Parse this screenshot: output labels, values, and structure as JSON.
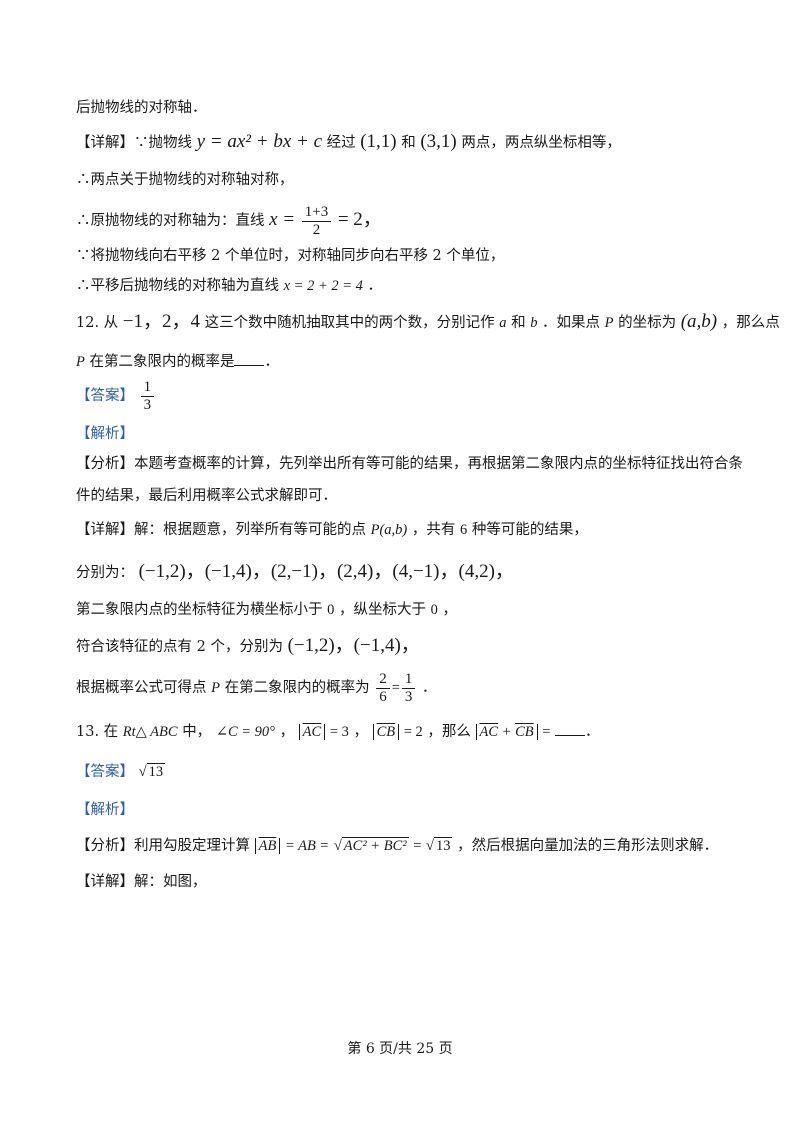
{
  "lines": {
    "l1": "后抛物线的对称轴．",
    "l2_tag": "【详解】",
    "l2_a": "∵抛物线",
    "l2_eq": "y = ax² + bx + c",
    "l2_b": "经过",
    "l2_p1": "(1,1)",
    "l2_c": "和",
    "l2_p2": "(3,1)",
    "l2_d": "两点，两点纵坐标相等，",
    "l3": "∴两点关于抛物线的对称轴对称，",
    "l4_a": "∴原抛物线的对称轴为：直线",
    "l4_x": "x =",
    "l4_num": "1+3",
    "l4_den": "2",
    "l4_b": "= 2，",
    "l5": "∵将抛物线向右平移 2 个单位时，对称轴同步向右平移 2 个单位，",
    "l6_a": "∴平移后抛物线的对称轴为直线",
    "l6_eq": "x = 2 + 2 = 4",
    "l6_b": "．",
    "q12_a": "12. 从",
    "q12_nums": "−1，2，4",
    "q12_b": "这三个数中随机抽取其中的两个数，分别记作",
    "q12_va": "a",
    "q12_c": "和",
    "q12_vb": "b",
    "q12_d": "．如果点",
    "q12_P": "P",
    "q12_e": "的坐标为",
    "q12_ab": "(a,b)",
    "q12_f": "，那么点",
    "q12_2a": "P",
    "q12_2b": "在第二象限内的概率是",
    "q12_2c": "．",
    "ans_tag": "【答案】",
    "ans12_num": "1",
    "ans12_den": "3",
    "jx_tag": "【解析】",
    "fx_tag": "【分析】",
    "fx12_1": "本题考查概率的计算，先列举出所有等可能的结果，再根据第二象限内点的坐标特征找出符合条",
    "fx12_2": "件的结果，最后利用概率公式求解即可．",
    "xj_tag": "【详解】",
    "xj12_a": "解：根据题意，列举所有等可能的点",
    "xj12_p": "P(a,b)",
    "xj12_b": "，共有",
    "xj12_n": "6",
    "xj12_c": "种等可能的结果，",
    "xj12_list_a": "分别为：",
    "xj12_list": "(−1,2)，(−1,4)，(2,−1)，(2,4)，(4,−1)，(4,2)，",
    "xj12_q2_a": "第二象限内点的坐标特征为横坐标小于",
    "xj12_q2_z1": "0",
    "xj12_q2_b": "，纵坐标大于",
    "xj12_q2_z2": "0",
    "xj12_q2_c": "，",
    "xj12_fit_a": "符合该特征的点有 2 个，分别为",
    "xj12_fit": "(−1,2)，(−1,4)，",
    "xj12_prob_a": "根据概率公式可得点",
    "xj12_prob_P": "P",
    "xj12_prob_b": "在第二象限内的概率为",
    "xj12_f1n": "2",
    "xj12_f1d": "6",
    "xj12_eq": "=",
    "xj12_f2n": "1",
    "xj12_f2d": "3",
    "xj12_end": "．",
    "q13_a": "13. 在",
    "q13_tri": "Rt△ ABC",
    "q13_b": "中，",
    "q13_ang": "∠C = 90°",
    "q13_c": "，",
    "q13_ac": "AC",
    "q13_ac_v": "= 3",
    "q13_d": "，",
    "q13_cb": "CB",
    "q13_cb_v": "= 2",
    "q13_e": "，那么",
    "q13_sum_a": "AC",
    "q13_plus": " + ",
    "q13_sum_b": "CB",
    "q13_f": "=",
    "q13_g": "．",
    "ans13_rad": "13",
    "fx13_a": "利用勾股定理计算",
    "fx13_ab": "AB",
    "fx13_eq1": "= AB =",
    "fx13_rad": "AC² + BC²",
    "fx13_eq2": "=",
    "fx13_rad2": "13",
    "fx13_b": "，然后根据向量加法的三角形法则求解．",
    "xj13": "解：如图，"
  },
  "footer": "第 6 页/共 25 页"
}
